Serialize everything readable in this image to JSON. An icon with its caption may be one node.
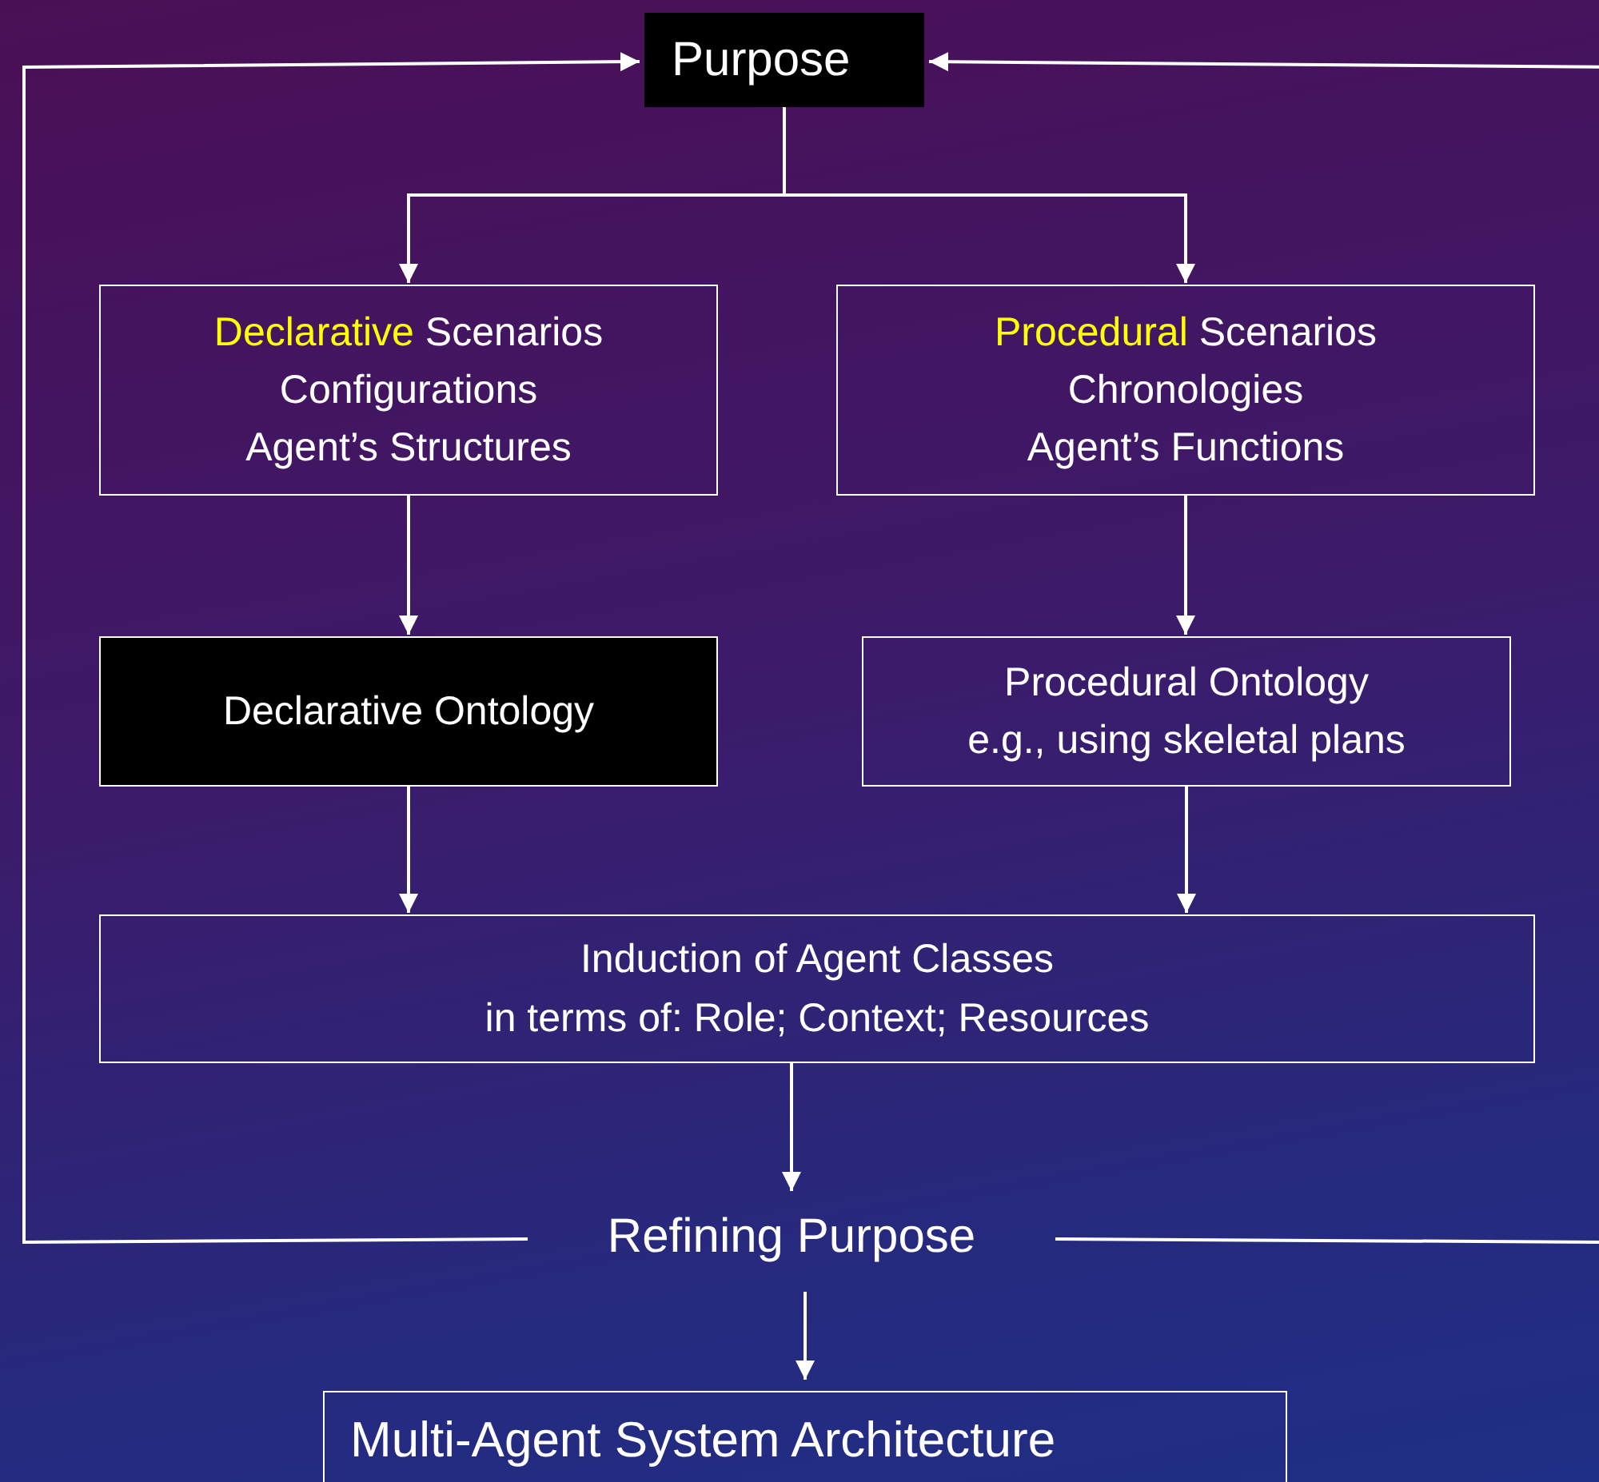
{
  "diagram": {
    "nodes": [
      {
        "text": [
          "Purpose"
        ]
      },
      {
        "text": [
          "**Declarative** Scenarios",
          "Configurations",
          "Agent’s Structures"
        ]
      },
      {
        "text": [
          "**Procedural** Scenarios",
          "Chronologies",
          "Agent’s Functions"
        ]
      },
      {
        "text": [
          "Declarative Ontology"
        ]
      },
      {
        "text": [
          "Procedural Ontology",
          "e.g., using skeletal plans"
        ]
      },
      {
        "text": [
          "Induction of Agent Classes",
          "in terms of: Role; Context; Resources"
        ]
      },
      {
        "text": [
          "Refining Purpose"
        ]
      },
      {
        "text": [
          "Multi-Agent System Architecture"
        ]
      }
    ],
    "edges": [
      {
        "from": 0,
        "to": 1,
        "arrow": "to"
      },
      {
        "from": 0,
        "to": 2,
        "arrow": "to"
      },
      {
        "from": 1,
        "to": 3,
        "arrow": "to"
      },
      {
        "from": 2,
        "to": 4,
        "arrow": "to"
      },
      {
        "from": 3,
        "to": 5,
        "arrow": "to"
      },
      {
        "from": 4,
        "to": 5,
        "arrow": "to"
      },
      {
        "from": 5,
        "to": 6,
        "arrow": "to"
      },
      {
        "from": 6,
        "to": 7,
        "arrow": "to"
      },
      {
        "from": 6,
        "to": 0,
        "arrow": "to"
      },
      {
        "from": 6,
        "to": 0,
        "arrow": "to"
      }
    ]
  }
}
